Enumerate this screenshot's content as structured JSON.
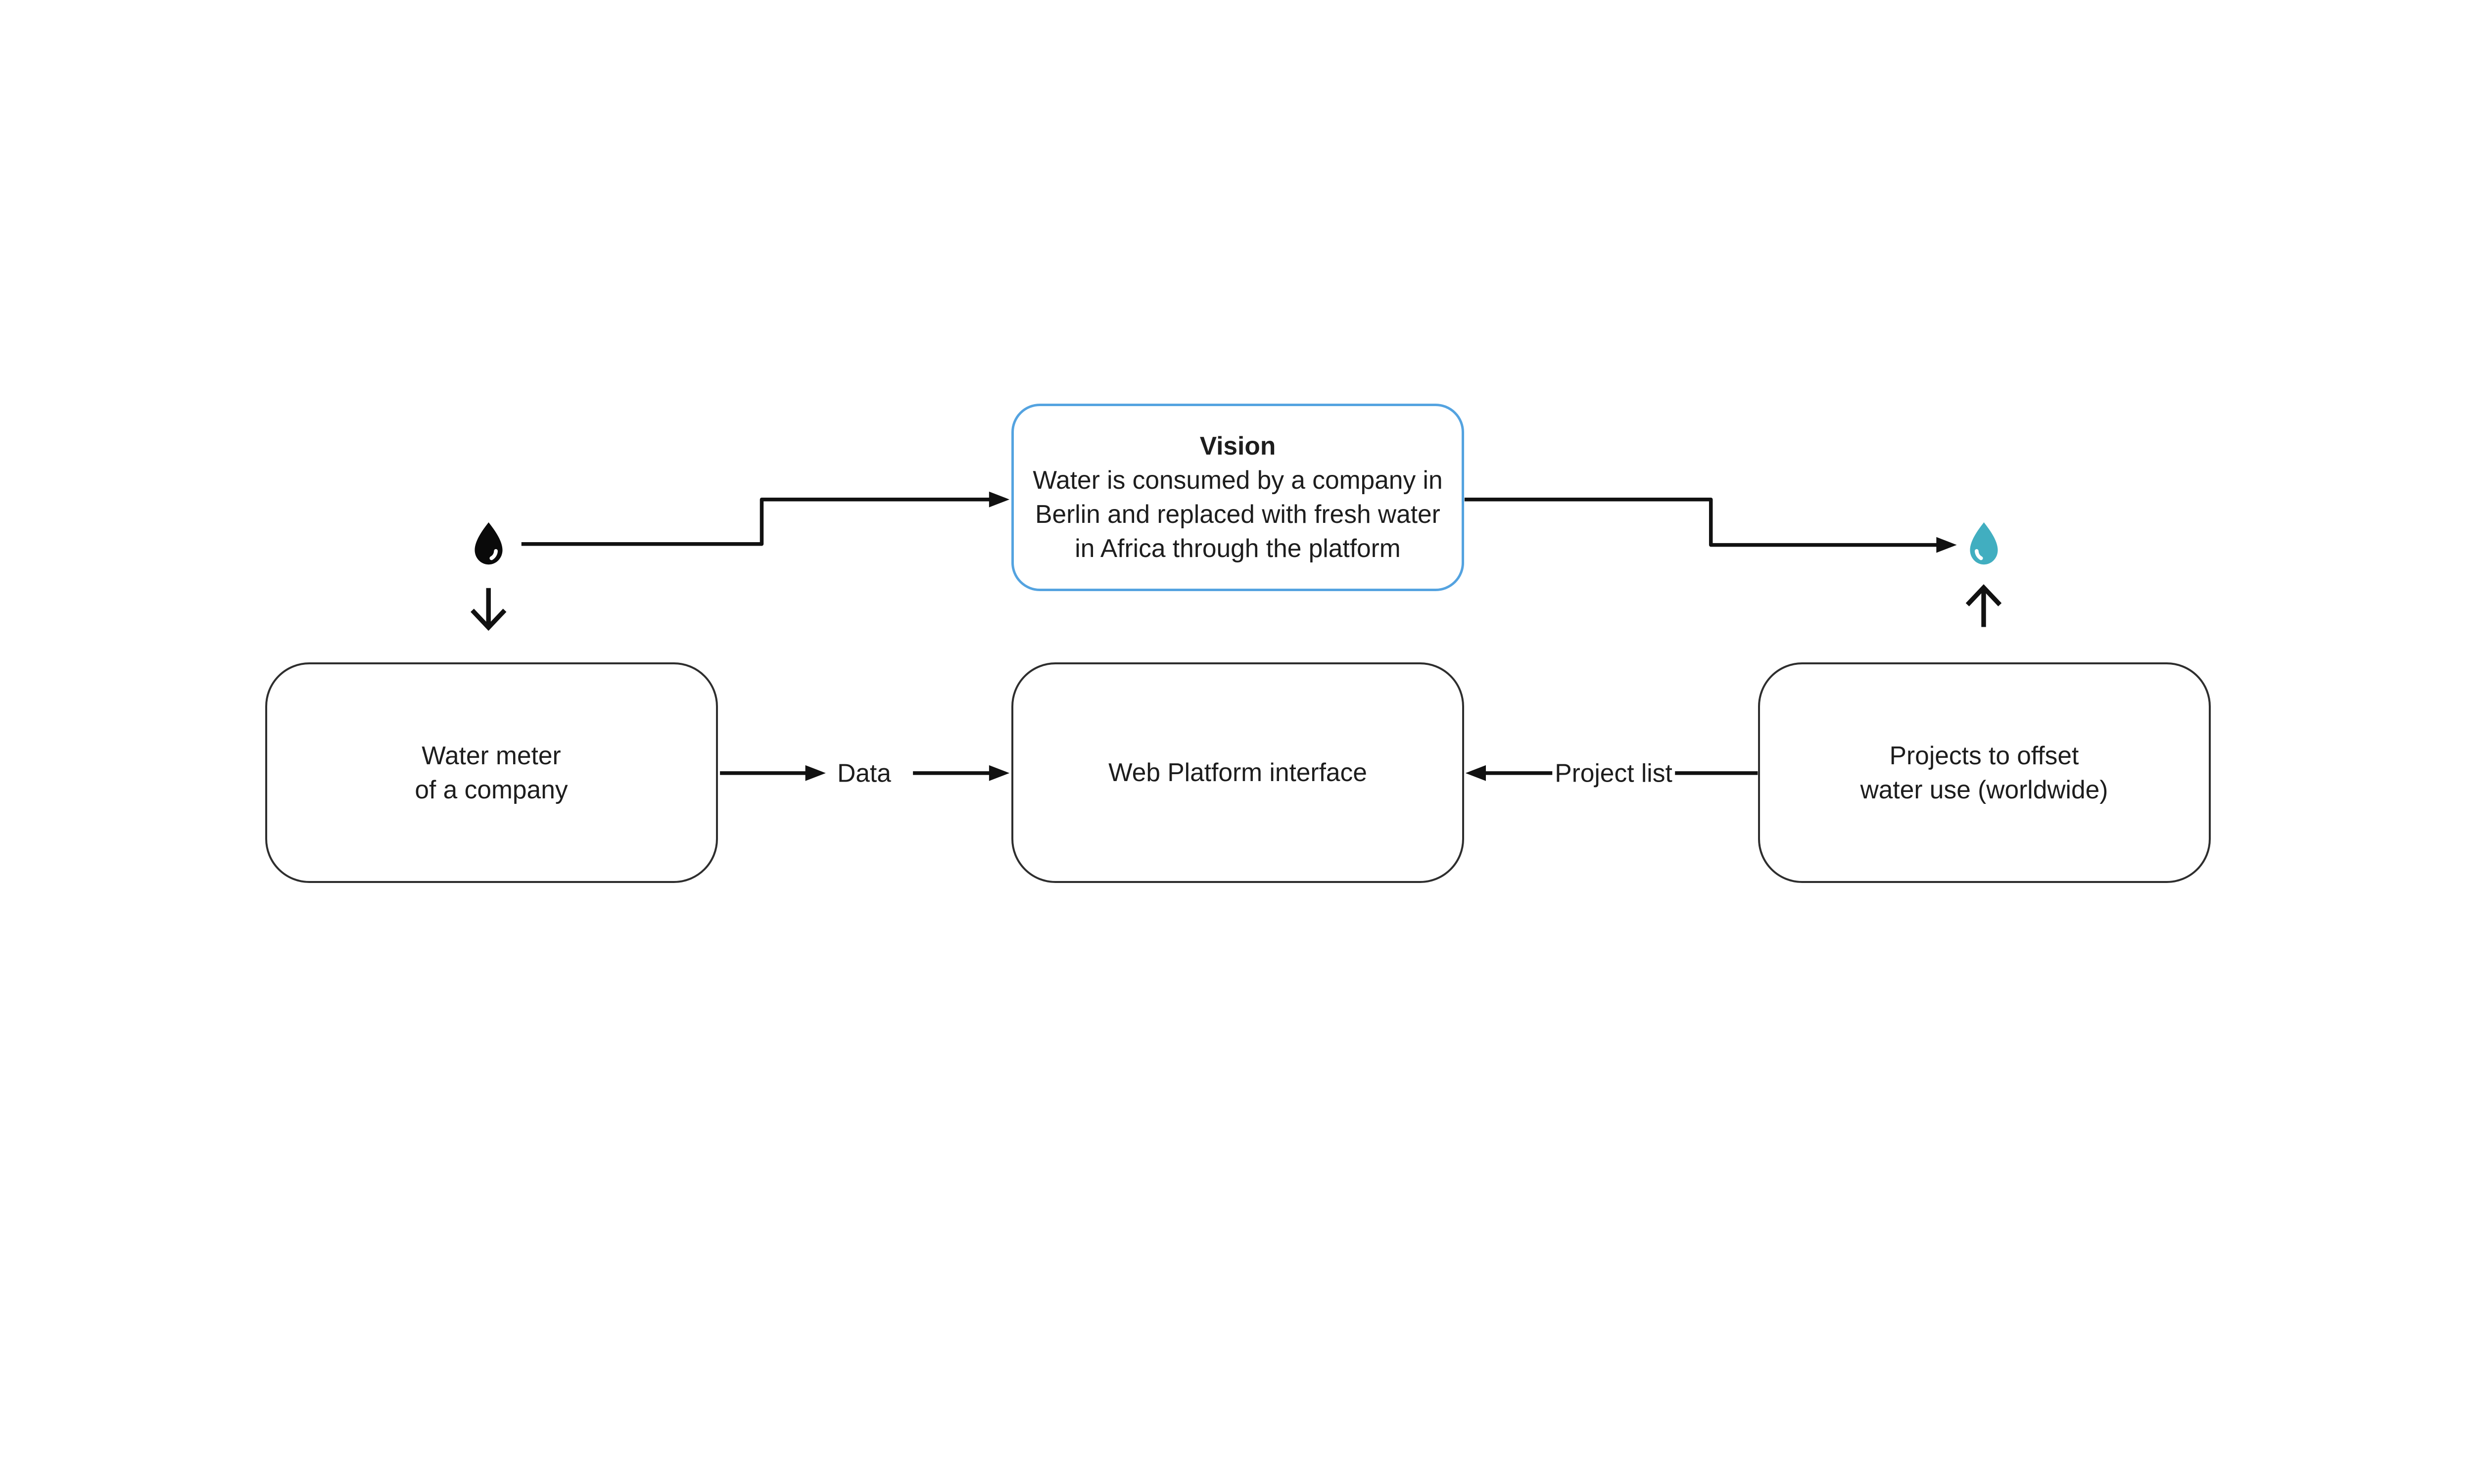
{
  "diagram": {
    "colors": {
      "background": "#ffffff",
      "text": "#1d1d1d",
      "box_border": "#2e2e2e",
      "accent_blue": "#54a3e0",
      "drop_black": "#0a0a0a",
      "drop_teal": "#41aec0",
      "line": "#111111"
    },
    "vision_box": {
      "title": "Vision",
      "lines": [
        "Water is consumed by a company in",
        "Berlin and replaced with fresh water",
        "in Africa through the platform"
      ]
    },
    "boxes": {
      "water_meter": {
        "lines": [
          "Water meter",
          "of a company"
        ]
      },
      "web_platform": {
        "lines": [
          "Web Platform interface"
        ]
      },
      "projects": {
        "lines": [
          "Projects to offset",
          "water use (worldwide)"
        ]
      }
    },
    "labels": {
      "data": "Data",
      "project_list": "Project list"
    },
    "icons": {
      "left": "water-drop-black-icon",
      "right": "water-drop-teal-icon",
      "below_left": "arrow-down-icon",
      "below_right": "arrow-up-icon"
    }
  }
}
